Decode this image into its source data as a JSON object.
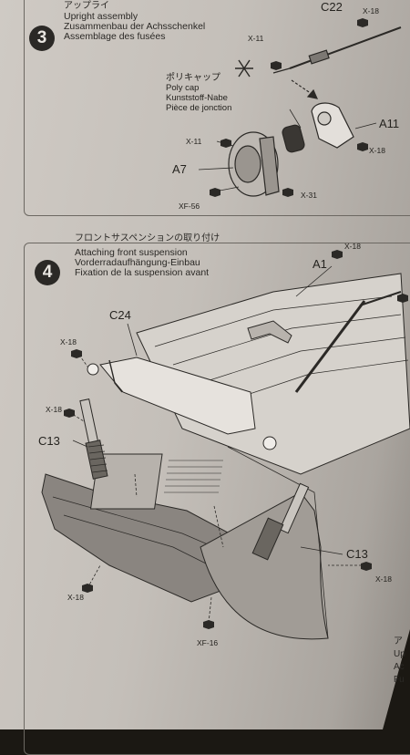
{
  "step3": {
    "number": "3",
    "title_jp": "アップライ",
    "title_en": "Upright assembly",
    "title_de": "Zusammenbau der Achsschenkel",
    "title_fr": "Assemblage des fusées"
  },
  "step3_parts": {
    "c22": "C22",
    "x18_top": "X-18",
    "x11_top": "X-11",
    "polycap_jp": "ポリキャップ",
    "polycap_en": "Poly cap",
    "polycap_de": "Kunststoff-Nabe",
    "polycap_fr": "Pièce de jonction",
    "a11": "A11",
    "x11_left": "X-11",
    "x18_right": "X-18",
    "a7": "A7",
    "xf56": "XF-56",
    "x31": "X-31"
  },
  "step4": {
    "number": "4",
    "title_jp": "フロントサスペンションの取り付け",
    "title_en": "Attaching front suspension",
    "title_de": "Vorderradaufhängung-Einbau",
    "title_fr": "Fixation de la suspension avant"
  },
  "step4_parts": {
    "a1": "A1",
    "x18_a1": "X-18",
    "c24": "C24",
    "x18_left_top": "X-18",
    "x18_left_mid": "X-18",
    "c13_left": "C13",
    "c13_right": "C13",
    "x18_right": "X-18",
    "x18_bottom": "X-18",
    "xf16": "XF-16"
  },
  "next_step_peek": [
    "ア",
    "Up",
    "Ac",
    "Fu"
  ],
  "colors": {
    "paper": "#c8c3bd",
    "ink": "#2b2926",
    "gray_part": "#8a8580"
  }
}
